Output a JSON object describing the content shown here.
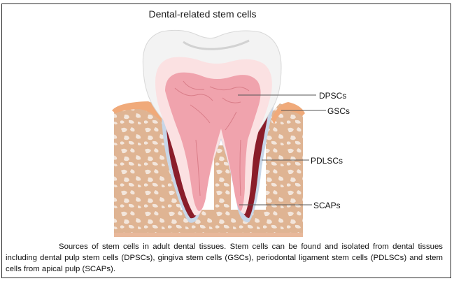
{
  "figure": {
    "title": "Dental-related stem cells",
    "labels": {
      "dpsc": "DPSCs",
      "gsc": "GSCs",
      "pdlsc": "PDLSCs",
      "scap": "SCAPs"
    },
    "caption": "Sources of stem cells in adult dental tissues. Stem cells can be found and isolated from dental tissues including dental pulp stem cells (DPSCs), gingiva stem cells (GSCs), periodontal ligament stem cells (PDLSCs) and stem cells from apical pulp (SCAPs)."
  },
  "colors": {
    "enamel": "#f3f3f3",
    "dentin": "#fbe1e2",
    "pulp": "#f0a3ad",
    "gingiva": "#f0aa7a",
    "bone": "#dfb493",
    "bone_spots": "#f3e6dc",
    "ligament": "#c7d6e8",
    "pulp_vessels": "#d97d88",
    "root_outline": "#8a1d2a"
  }
}
